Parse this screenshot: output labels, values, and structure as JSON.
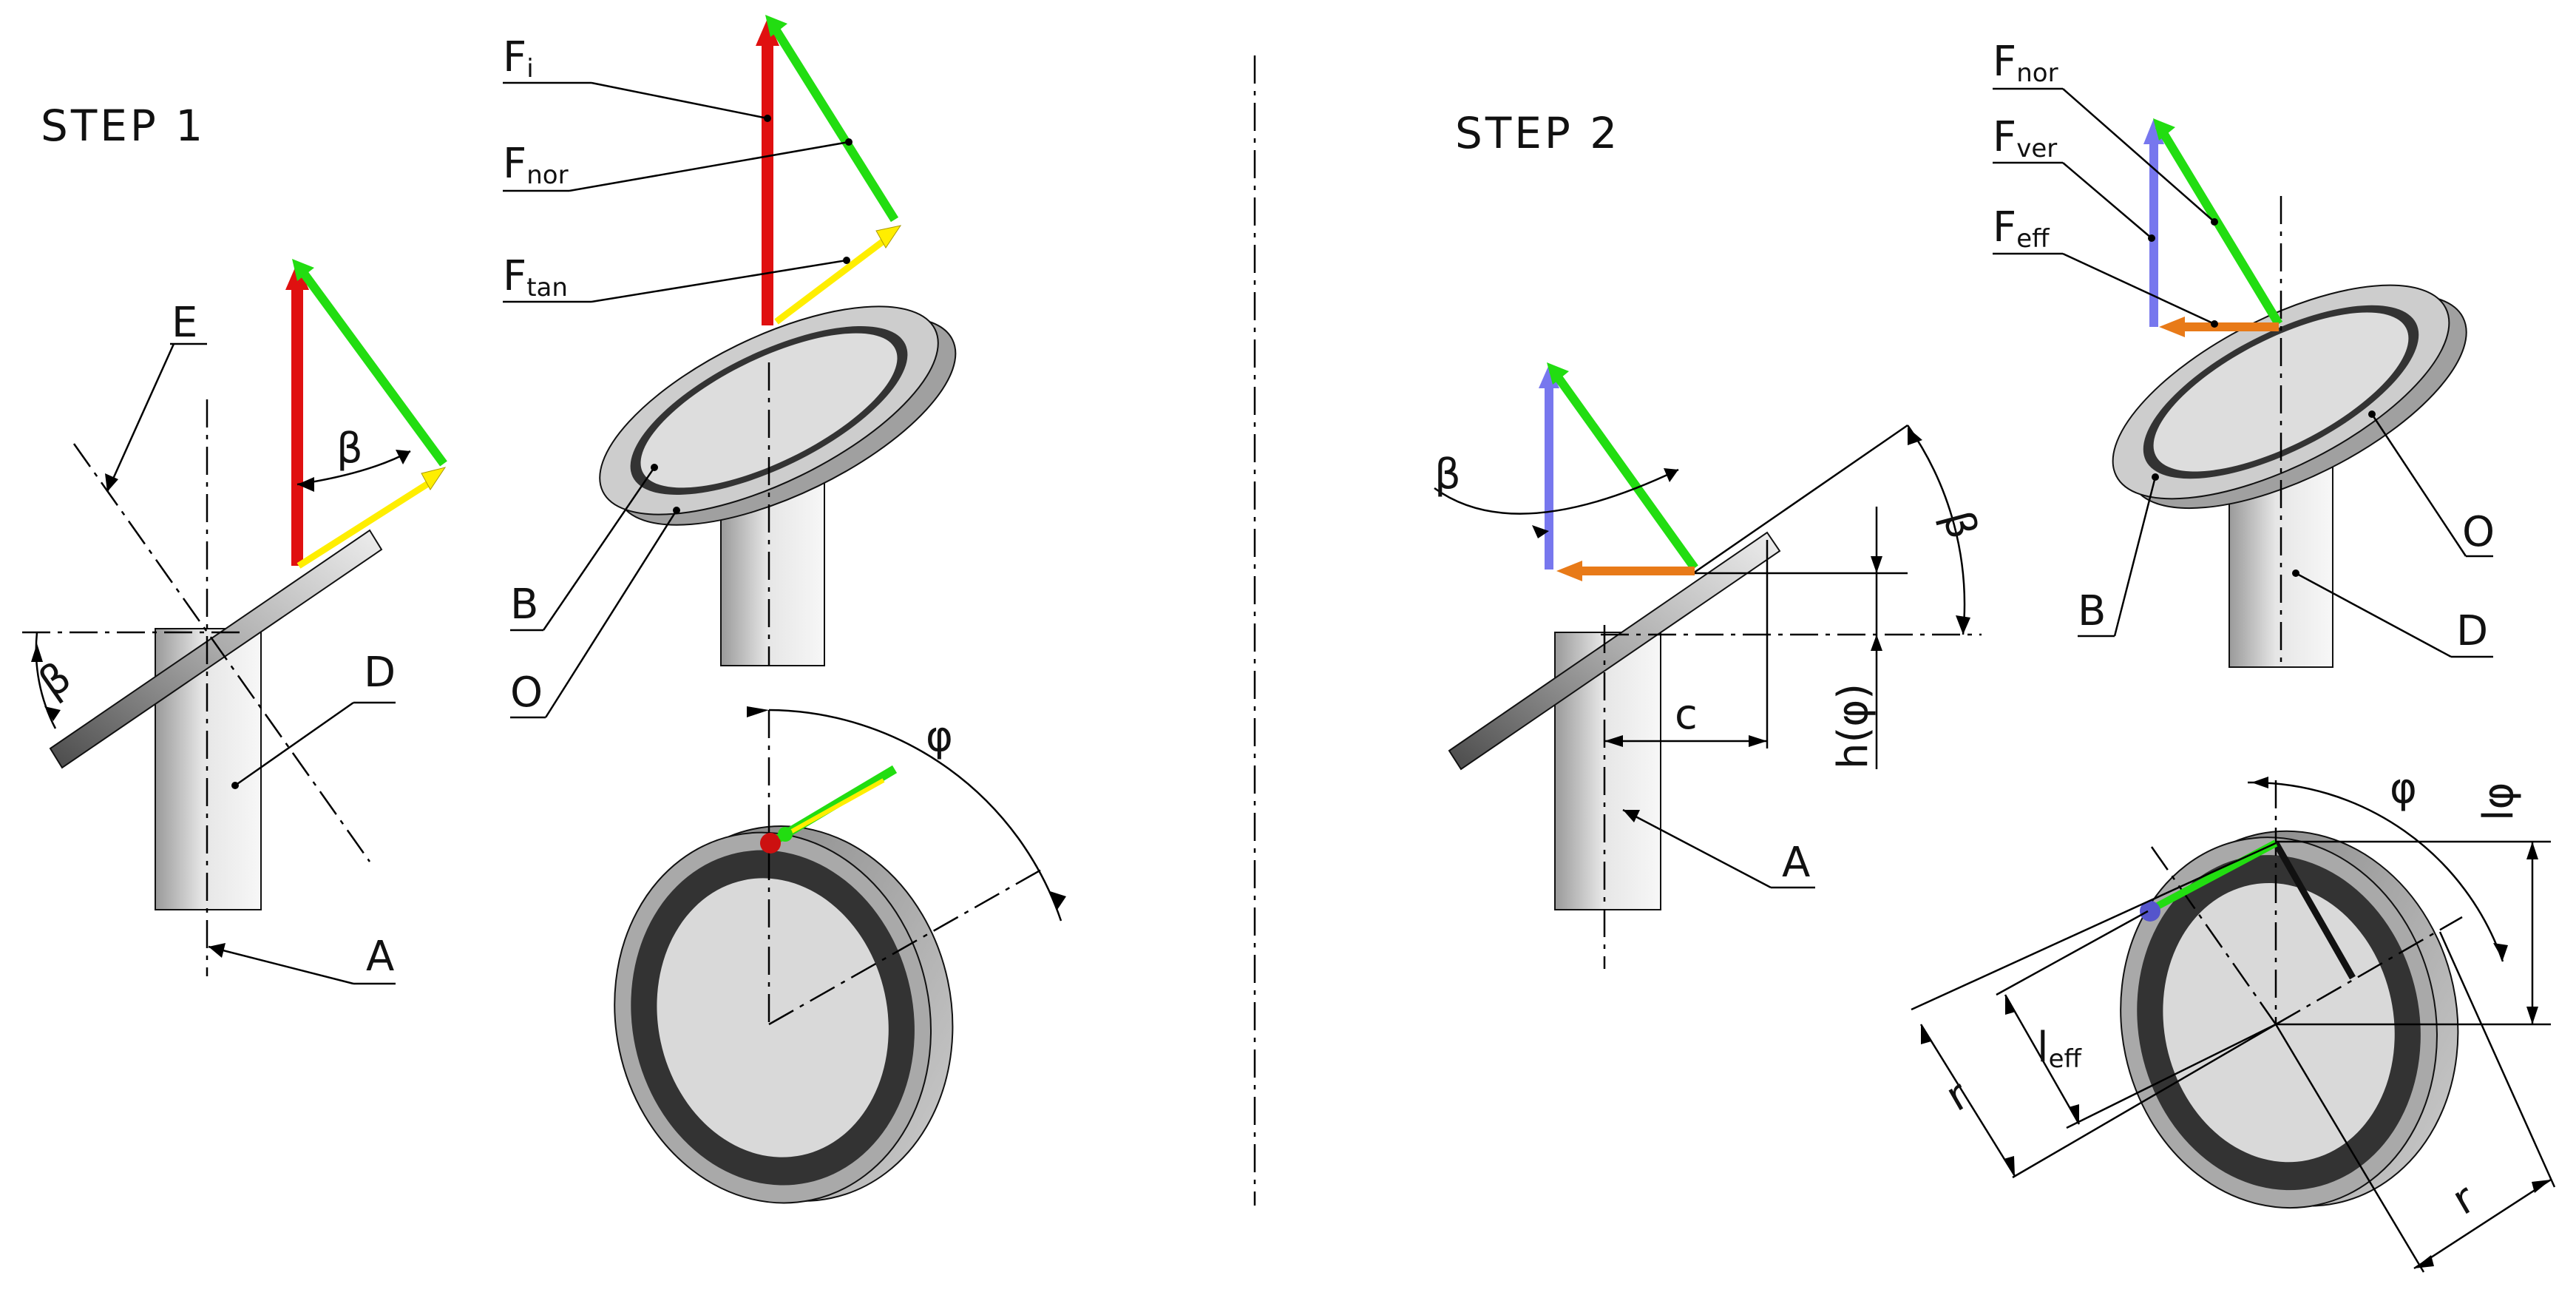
{
  "steps": {
    "step1": "STEP 1",
    "step2": "STEP 2"
  },
  "labels": {
    "E": "E",
    "D1": "D",
    "A1": "A",
    "B1": "B",
    "O1": "O",
    "beta_side1": "β",
    "beta_vec1": "β",
    "phi1": "φ",
    "Fi_main": "F",
    "Fi_sub": "i",
    "Fnor1_main": "F",
    "Fnor1_sub": "nor",
    "Ftan_main": "F",
    "Ftan_sub": "tan",
    "beta_left2": "β",
    "beta_right2": "β",
    "c": "c",
    "h": "h(φ)",
    "A2": "A",
    "Fnor2_main": "F",
    "Fnor2_sub": "nor",
    "Fver_main": "F",
    "Fver_sub": "ver",
    "Feff_main": "F",
    "Feff_sub": "eff",
    "O2": "O",
    "B2": "B",
    "D2": "D",
    "phi2": "φ",
    "lphi": "lφ",
    "leff_main": "l",
    "leff_sub": "eff",
    "r1": "r",
    "r2": "r"
  },
  "colors": {
    "red": "#e01010",
    "green": "#22dd11",
    "yellow": "#ffee00",
    "blue": "#7777ee",
    "orange": "#e87a18",
    "dark_ring": "#333333",
    "light_face": "#d8d8d8",
    "rim": "#a8a8a8"
  }
}
